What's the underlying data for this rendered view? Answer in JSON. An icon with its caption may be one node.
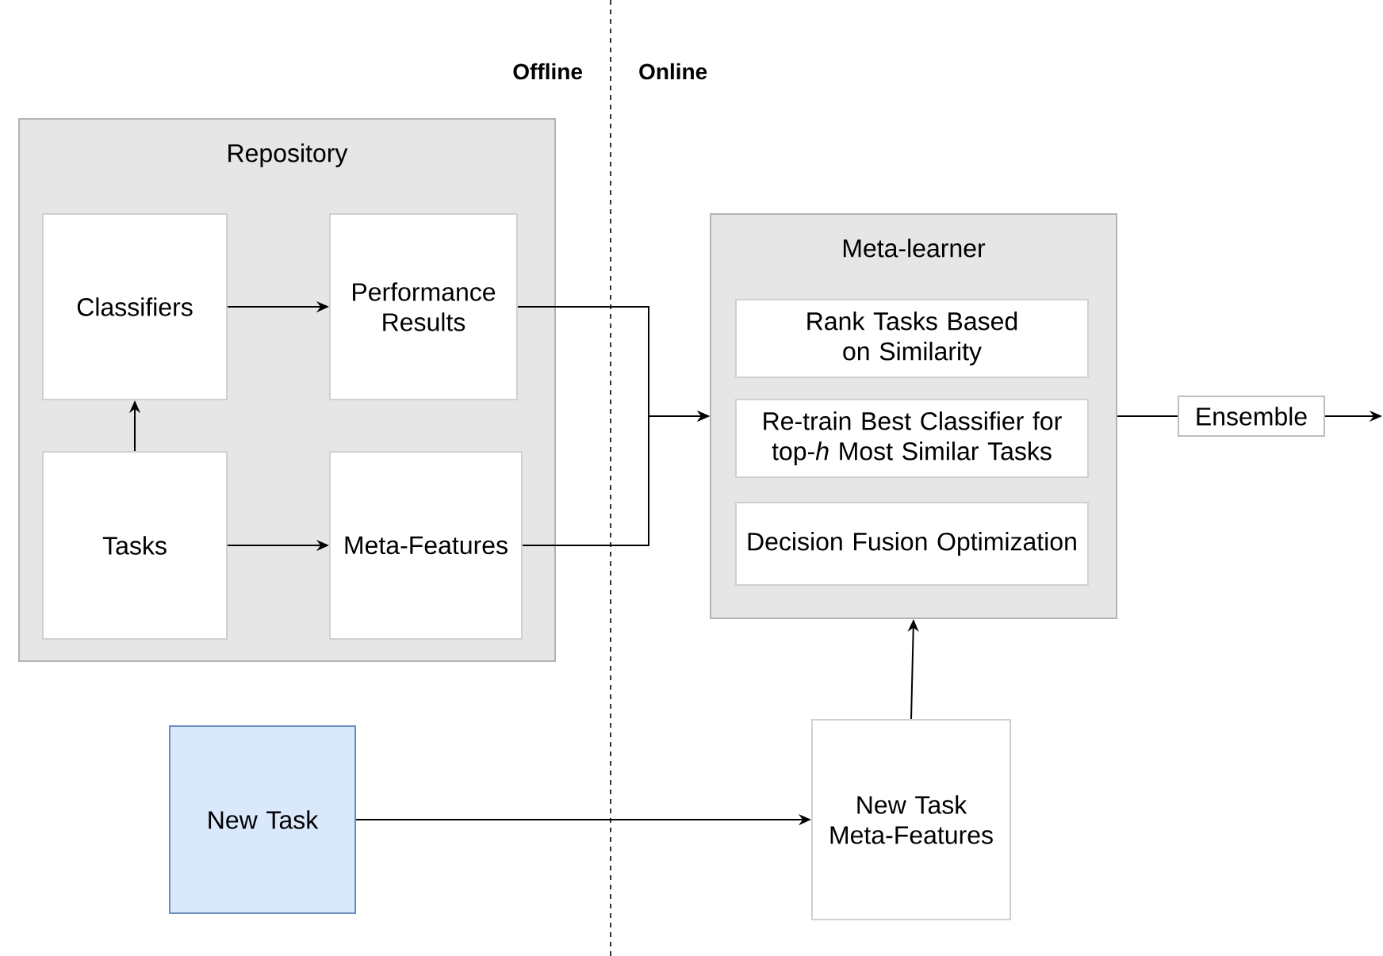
{
  "diagram": {
    "nodes": [
      {
        "text": [
          "Repository"
        ]
      },
      {
        "text": [
          "Classifiers"
        ],
        "in": 0
      },
      {
        "text": [
          "Performance Results"
        ],
        "in": 0
      },
      {
        "text": [
          "Tasks"
        ],
        "in": 0
      },
      {
        "text": [
          "Meta-Features"
        ],
        "in": 0
      },
      {
        "text": [
          "Meta-learner"
        ]
      },
      {
        "text": [
          "Rank Tasks Based on Similarity"
        ],
        "in": 5
      },
      {
        "text": [
          "Re-train Best Classifier for top-*h* Most Similar Tasks"
        ],
        "in": 5
      },
      {
        "text": [
          "Decision Fusion Optimization"
        ],
        "in": 5
      },
      {
        "text": [
          "Ensemble"
        ]
      },
      {
        "text": [
          "New Task"
        ]
      },
      {
        "text": [
          "New Task Meta-Features"
        ]
      }
    ],
    "edges": [
      {
        "from": 1,
        "to": 2,
        "arrow": "to"
      },
      {
        "from": 3,
        "to": 1,
        "arrow": "to"
      },
      {
        "from": 3,
        "to": 4,
        "arrow": "to"
      },
      {
        "from": 2,
        "to": 5,
        "arrow": "to"
      },
      {
        "from": 4,
        "to": 5,
        "arrow": "to"
      },
      {
        "from": 5,
        "to": 9,
        "arrow": "none"
      },
      {
        "from": 9,
        "to": null,
        "arrow": "to"
      },
      {
        "from": 11,
        "to": 5,
        "arrow": "to"
      },
      {
        "from": 10,
        "to": 11,
        "arrow": "to"
      }
    ],
    "labels": [
      "Offline",
      "Online"
    ]
  }
}
